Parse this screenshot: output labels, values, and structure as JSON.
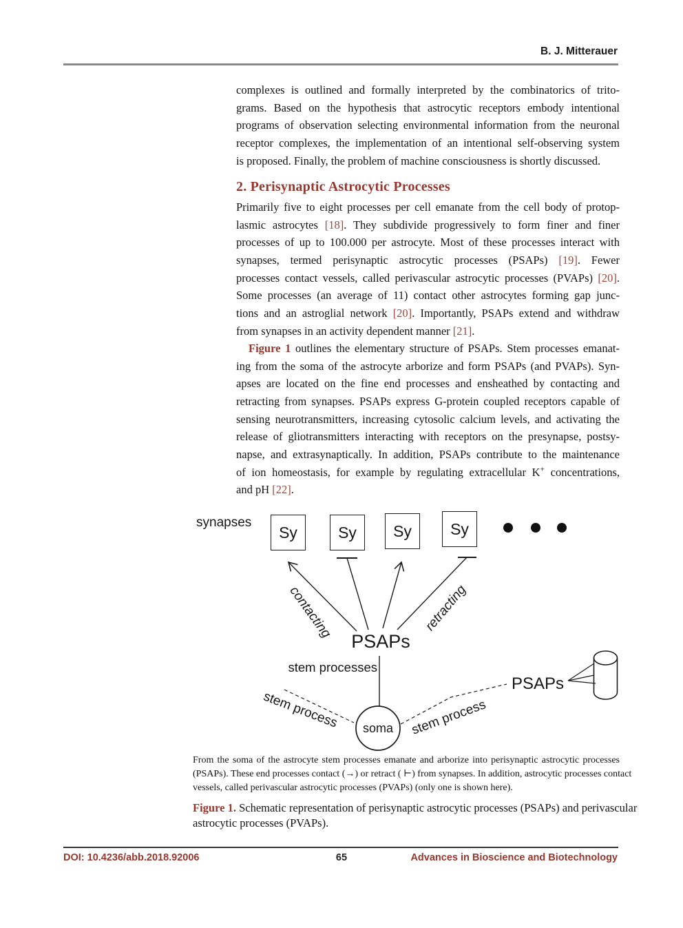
{
  "header": {
    "author": "B. J. Mitterauer"
  },
  "footer": {
    "doi": "DOI: 10.4236/abb.2018.92006",
    "page_number": "65",
    "journal": "Advances in Bioscience and Biotechnology"
  },
  "colors": {
    "heading_red": "#96372d",
    "citation_red": "#a3453a",
    "rule_gray": "#8a8a8a",
    "rule_dark": "#333333"
  },
  "content": {
    "section_heading": "2. Perisynaptic Astrocytic Processes",
    "paragraph1": {
      "lines": [
        [
          {
            "t": "complexes is outlined and formally interpreted by the combinatorics of trito-"
          }
        ],
        [
          {
            "t": "grams. Based on the hypothesis that astrocytic receptors embody intentional"
          }
        ],
        [
          {
            "t": "programs of observation selecting environmental information from the neuronal"
          }
        ],
        [
          {
            "t": "receptor complexes, the implementation of an intentional self-observing system"
          }
        ],
        [
          {
            "t": "is proposed. Finally, the problem of machine consciousness is shortly discussed."
          }
        ]
      ]
    },
    "paragraph2": {
      "lines": [
        [
          {
            "t": "Primarily five to eight processes per cell emanate from the cell body of protop-"
          }
        ],
        [
          {
            "t": "lasmic astrocytes "
          },
          {
            "t": "[18]",
            "c": "cite"
          },
          {
            "t": ". They subdivide progressively to form finer and finer"
          }
        ],
        [
          {
            "t": "processes of up to 100.000 per astrocyte. Most of these processes interact with"
          }
        ],
        [
          {
            "t": "synapses, termed perisynaptic astrocytic processes (PSAPs) "
          },
          {
            "t": "[19]",
            "c": "cite"
          },
          {
            "t": ". Fewer"
          }
        ],
        [
          {
            "t": "processes contact vessels, called perivascular astrocytic processes (PVAPs) "
          },
          {
            "t": "[20]",
            "c": "cite"
          },
          {
            "t": "."
          }
        ],
        [
          {
            "t": "Some processes (an average of 11) contact other astrocytes forming gap junc-"
          }
        ],
        [
          {
            "t": "tions and an astroglial network "
          },
          {
            "t": "[20]",
            "c": "cite"
          },
          {
            "t": ". Importantly, PSAPs extend and withdraw"
          }
        ],
        [
          {
            "t": "from synapses in an activity dependent manner "
          },
          {
            "t": "[21]",
            "c": "cite"
          },
          {
            "t": "."
          }
        ]
      ]
    },
    "paragraph3": {
      "indent_first": true,
      "lines": [
        [
          {
            "t": "Figure 1",
            "c": "figref"
          },
          {
            "t": " outlines the elementary structure of PSAPs. Stem processes emanat-"
          }
        ],
        [
          {
            "t": "ing from the soma of the astrocyte arborize and form PSAPs (and PVAPs). Syn-"
          }
        ],
        [
          {
            "t": "apses are located on the fine end processes and ensheathed by contacting and"
          }
        ],
        [
          {
            "t": "retracting from synapses. PSAPs express G-protein coupled receptors capable of"
          }
        ],
        [
          {
            "t": "sensing neurotransmitters, increasing cytosolic calcium levels, and activating the"
          }
        ],
        [
          {
            "t": "release of gliotransmitters interacting with receptors on the presynapse, postsy-"
          }
        ],
        [
          {
            "t": "napse, and extrasynaptically. In addition, PSAPs contribute to the maintenance"
          }
        ],
        [
          {
            "t": "of ion homeostasis, for example by regulating extracellular K"
          },
          {
            "t": "+",
            "c": "sup"
          },
          {
            "t": " concentrations,"
          }
        ],
        [
          {
            "t": "and pH "
          },
          {
            "t": "[22]",
            "c": "cite"
          },
          {
            "t": "."
          }
        ]
      ]
    }
  },
  "figure": {
    "labels": {
      "synapses": "synapses",
      "sy": "Sy",
      "contacting": "contacting",
      "retracting": "retracting",
      "psaps_main": "PSAPs",
      "stem_processes": "stem processes",
      "stem_process_left": "stem process",
      "stem_process_right": "stem process",
      "soma": "soma",
      "psaps_right": "PSAPs"
    },
    "note": {
      "lines": [
        [
          {
            "t": "From the soma of the astrocyte stem processes emanate and arborize into perisynaptic astrocytic processes"
          }
        ],
        [
          {
            "t": "(PSAPs). These end processes contact (→) or retract ( ⊢) from synapses. In addition, astrocytic processes contact"
          }
        ],
        [
          {
            "t": "vessels, called perivascular astrocytic processes (PVAPs) (only one is shown here)."
          }
        ]
      ]
    },
    "caption": {
      "lines": [
        [
          {
            "t": "Figure 1.",
            "c": "figlabel"
          },
          {
            "t": " Schematic representation of perisynaptic astrocytic processes (PSAPs) and perivascular"
          }
        ],
        [
          {
            "t": "astrocytic processes (PVAPs)."
          }
        ]
      ]
    }
  }
}
